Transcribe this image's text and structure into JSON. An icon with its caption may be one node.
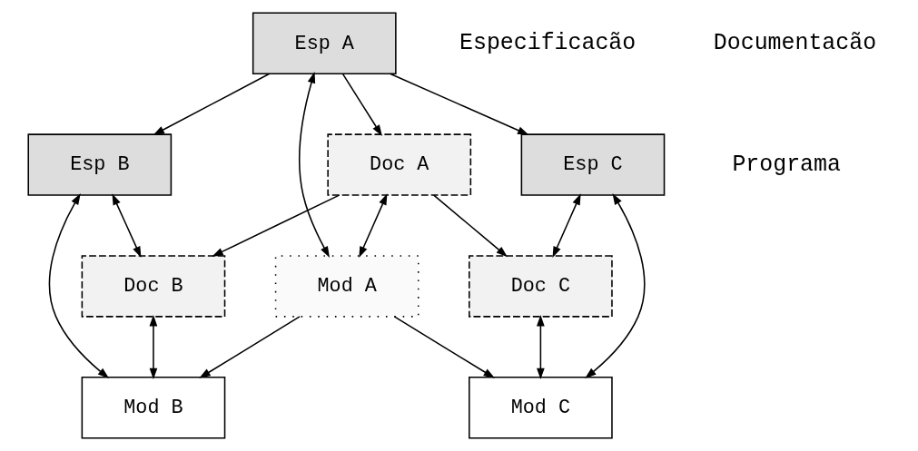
{
  "diagram": {
    "nodes": [
      {
        "text": [
          "Esp A"
        ]
      },
      {
        "text": [
          "Doc A"
        ]
      },
      {
        "text": [
          "Esp B"
        ]
      },
      {
        "text": [
          "Esp C"
        ]
      },
      {
        "text": [
          "Mod A"
        ]
      },
      {
        "text": [
          "Doc B"
        ]
      },
      {
        "text": [
          "Doc C"
        ]
      },
      {
        "text": [
          "Mod B"
        ]
      },
      {
        "text": [
          "Mod C"
        ]
      }
    ],
    "edges": [
      {
        "from": 0,
        "to": 2,
        "arrow": "to"
      },
      {
        "from": 0,
        "to": 3,
        "arrow": "to"
      },
      {
        "from": 0,
        "to": 1,
        "arrow": "to"
      },
      {
        "from": 1,
        "to": 5,
        "arrow": "to"
      },
      {
        "from": 1,
        "to": 6,
        "arrow": "to"
      },
      {
        "from": 4,
        "to": 0,
        "arrow": "both"
      },
      {
        "from": 4,
        "to": 1,
        "arrow": "both"
      },
      {
        "from": 4,
        "to": 7,
        "arrow": "to"
      },
      {
        "from": 4,
        "to": 8,
        "arrow": "to"
      },
      {
        "from": 5,
        "to": 2,
        "arrow": "both"
      },
      {
        "from": 7,
        "to": 2,
        "arrow": "both"
      },
      {
        "from": 7,
        "to": 5,
        "arrow": "both"
      },
      {
        "from": 6,
        "to": 3,
        "arrow": "both"
      },
      {
        "from": 8,
        "to": 6,
        "arrow": "both"
      },
      {
        "from": 8,
        "to": 3,
        "arrow": "both"
      }
    ],
    "labels": [
      "Especificacão",
      "Documentacão",
      "Programa"
    ]
  }
}
